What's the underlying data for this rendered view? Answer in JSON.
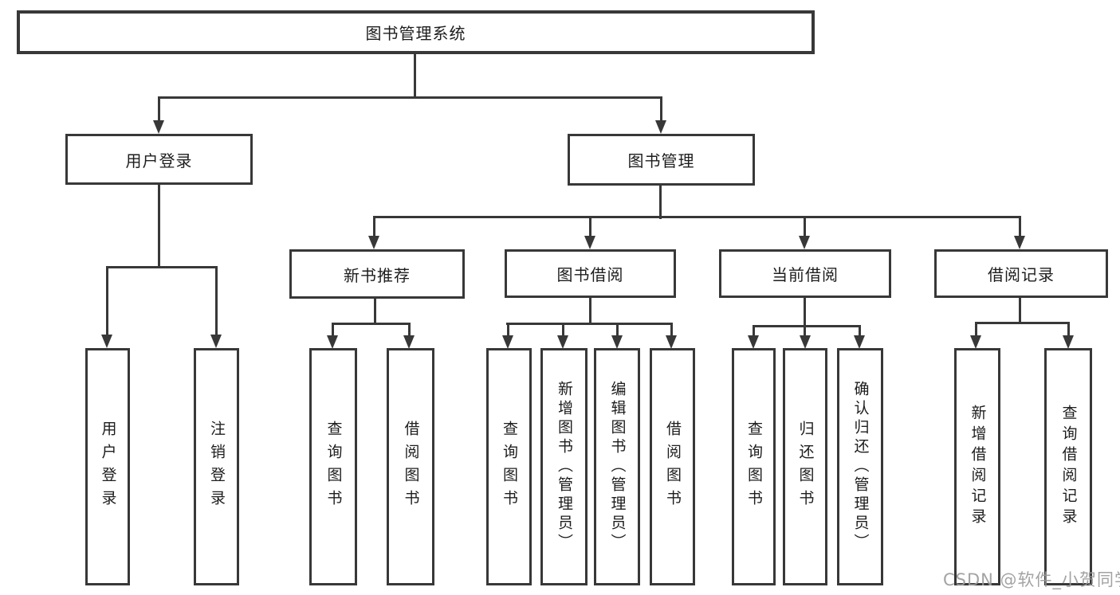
{
  "tree": {
    "label": "图书管理系统",
    "children": [
      {
        "label": "用户登录",
        "children": [
          {
            "label": "用户登录"
          },
          {
            "label": "注销登录"
          }
        ]
      },
      {
        "label": "图书管理",
        "children": [
          {
            "label": "新书推荐",
            "children": [
              {
                "label": "查询图书"
              },
              {
                "label": "借阅图书"
              }
            ]
          },
          {
            "label": "图书借阅",
            "children": [
              {
                "label": "查询图书"
              },
              {
                "label": "新增图书（管理员）"
              },
              {
                "label": "编辑图书（管理员）"
              },
              {
                "label": "借阅图书"
              }
            ]
          },
          {
            "label": "当前借阅",
            "children": [
              {
                "label": "查询图书"
              },
              {
                "label": "归还图书"
              },
              {
                "label": "确认归还（管理员）"
              }
            ]
          },
          {
            "label": "借阅记录",
            "children": [
              {
                "label": "新增借阅记录"
              },
              {
                "label": "查询借阅记录"
              }
            ]
          }
        ]
      }
    ]
  },
  "watermark": {
    "text": "CSDN @软件_小贺同学"
  },
  "colors": {
    "line": "#383838",
    "text": "#1d1d1d",
    "watermark": "#9b9b9b",
    "background": "#ffffff"
  }
}
